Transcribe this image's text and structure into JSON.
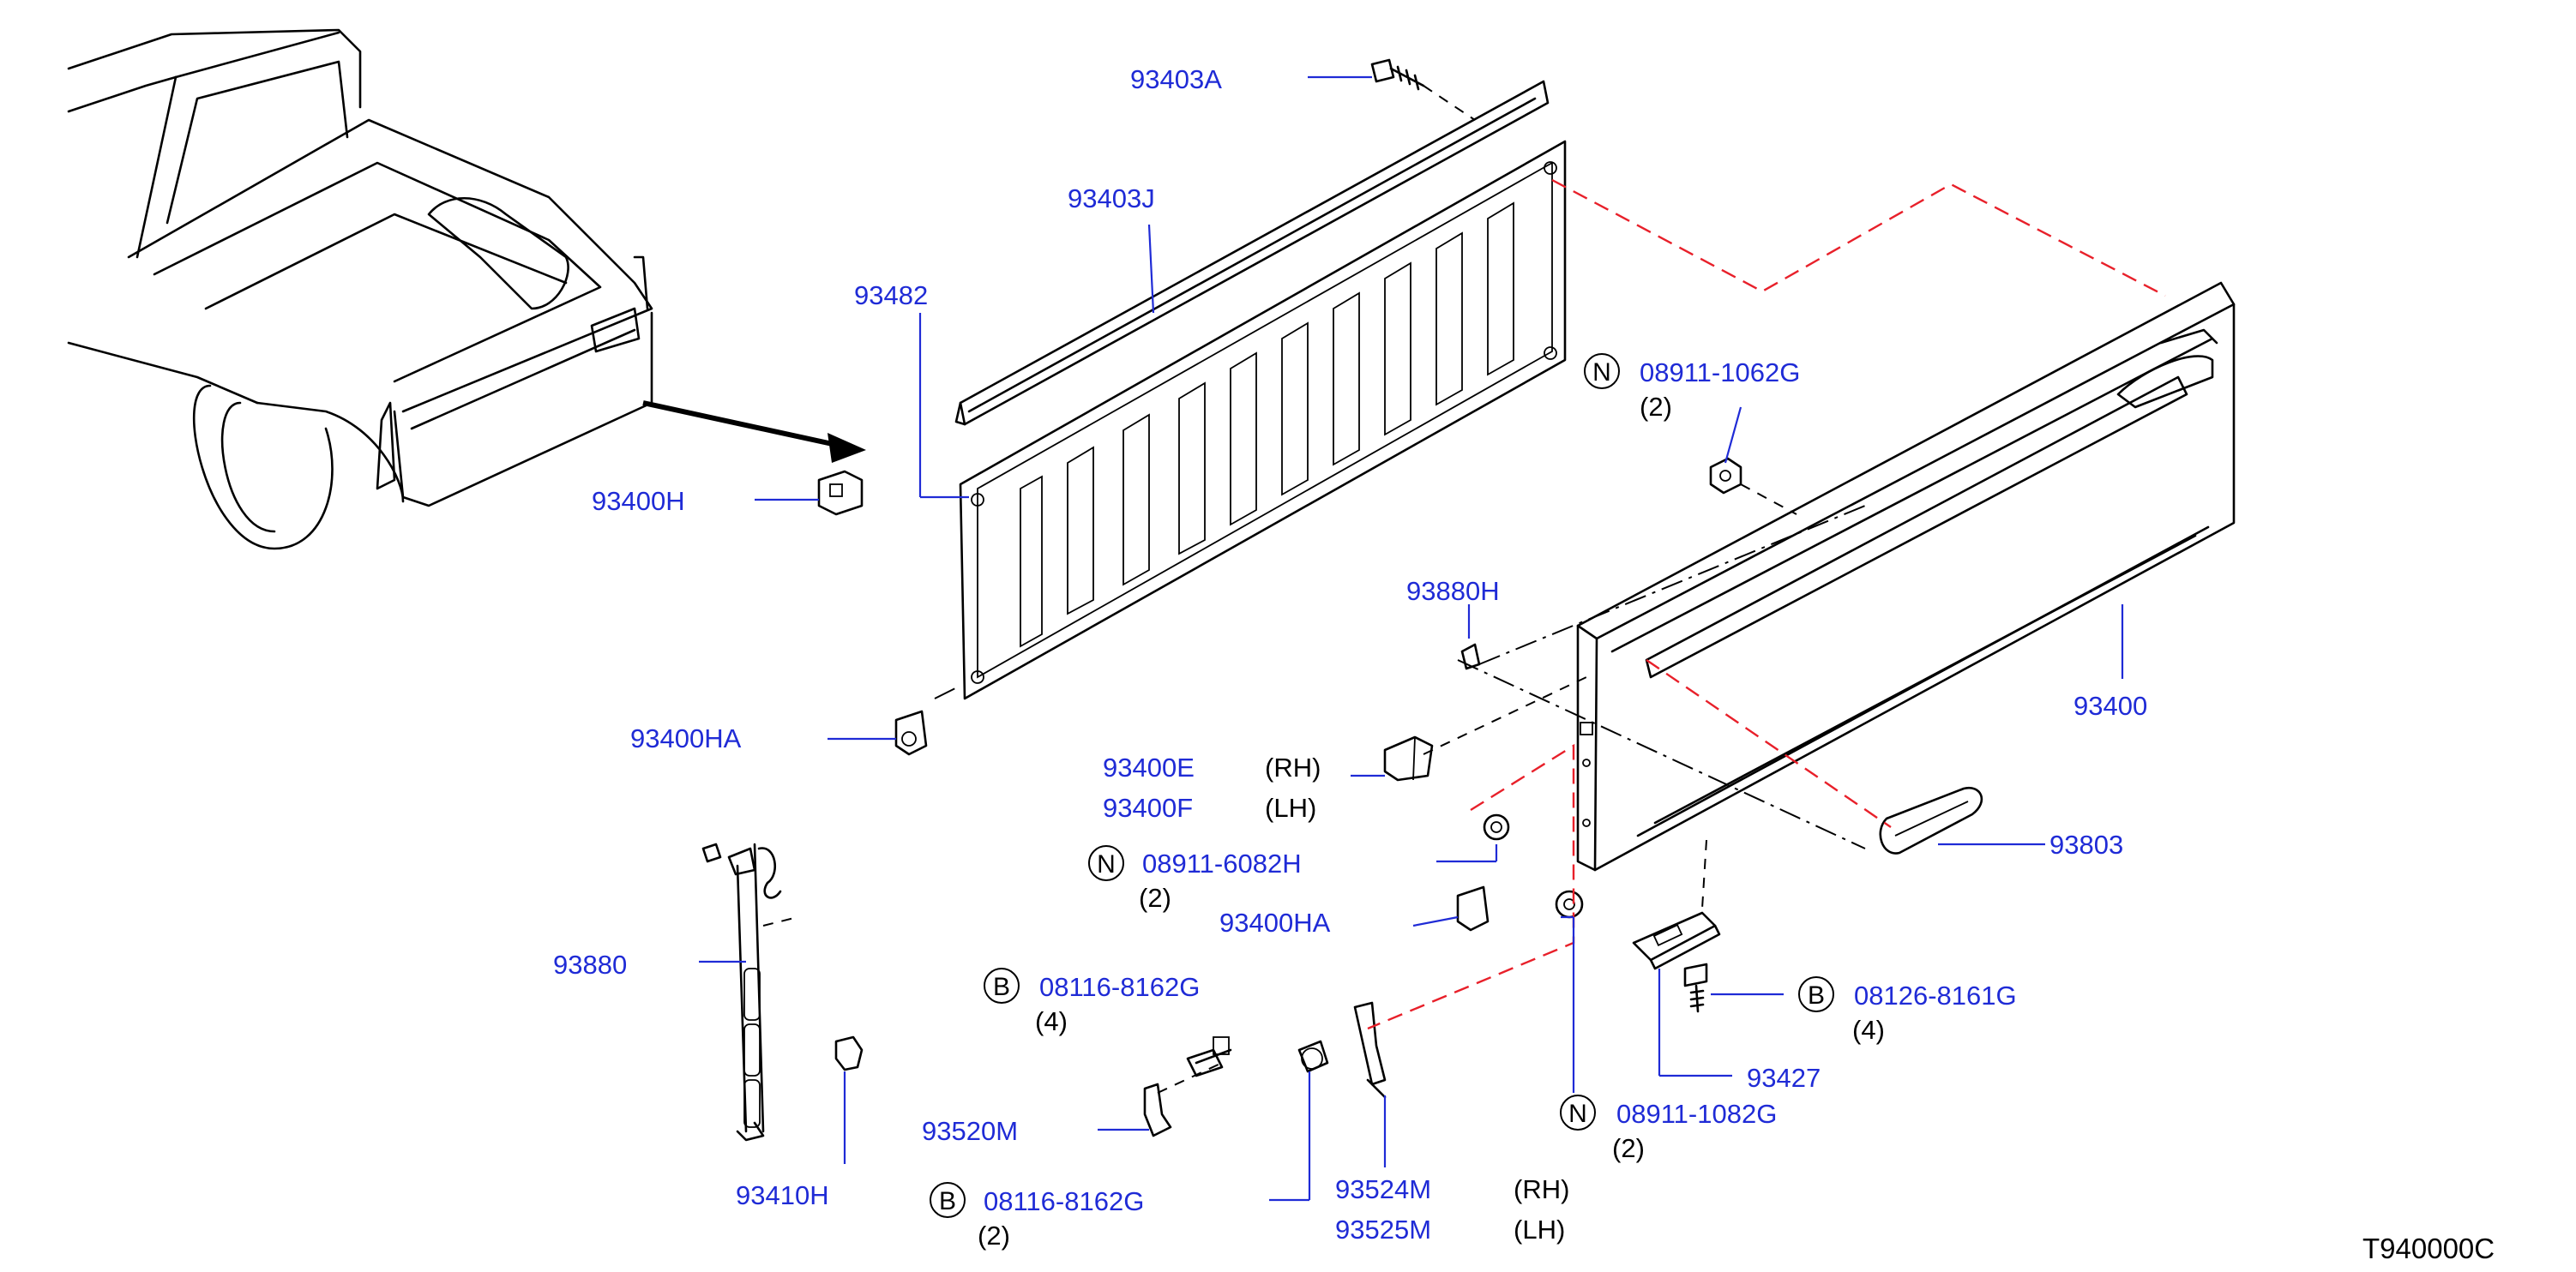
{
  "drawing_code": "T940000C",
  "callouts": {
    "p93403A": "93403A",
    "p93403J": "93403J",
    "p93482": "93482",
    "p93400H": "93400H",
    "p93400HA_top": "93400HA",
    "p93400HA_mid": "93400HA",
    "p93400": "93400",
    "p93803": "93803",
    "p93880H": "93880H",
    "p93880": "93880",
    "p93410H": "93410H",
    "p93520M": "93520M",
    "p93427": "93427",
    "p93400E": "93400E",
    "p93400F": "93400F",
    "p93524M": "93524M",
    "p93525M": "93525M"
  },
  "fasteners": [
    {
      "id": "n1",
      "symbol": "N",
      "part": "08911-1062G",
      "qty": "(2)"
    },
    {
      "id": "n2",
      "symbol": "N",
      "part": "08911-6082H",
      "qty": "(2)"
    },
    {
      "id": "b1",
      "symbol": "B",
      "part": "08116-8162G",
      "qty": "(4)"
    },
    {
      "id": "b2",
      "symbol": "B",
      "part": "08116-8162G",
      "qty": "(2)"
    },
    {
      "id": "b3",
      "symbol": "B",
      "part": "08126-8161G",
      "qty": "(4)"
    },
    {
      "id": "n3",
      "symbol": "N",
      "part": "08911-1082G",
      "qty": "(2)"
    }
  ],
  "sides": {
    "rh": "(RH)",
    "lh": "(LH)"
  },
  "colors": {
    "label": "#1f2bd6",
    "line": "#000000",
    "phantom": "#e8202a"
  }
}
